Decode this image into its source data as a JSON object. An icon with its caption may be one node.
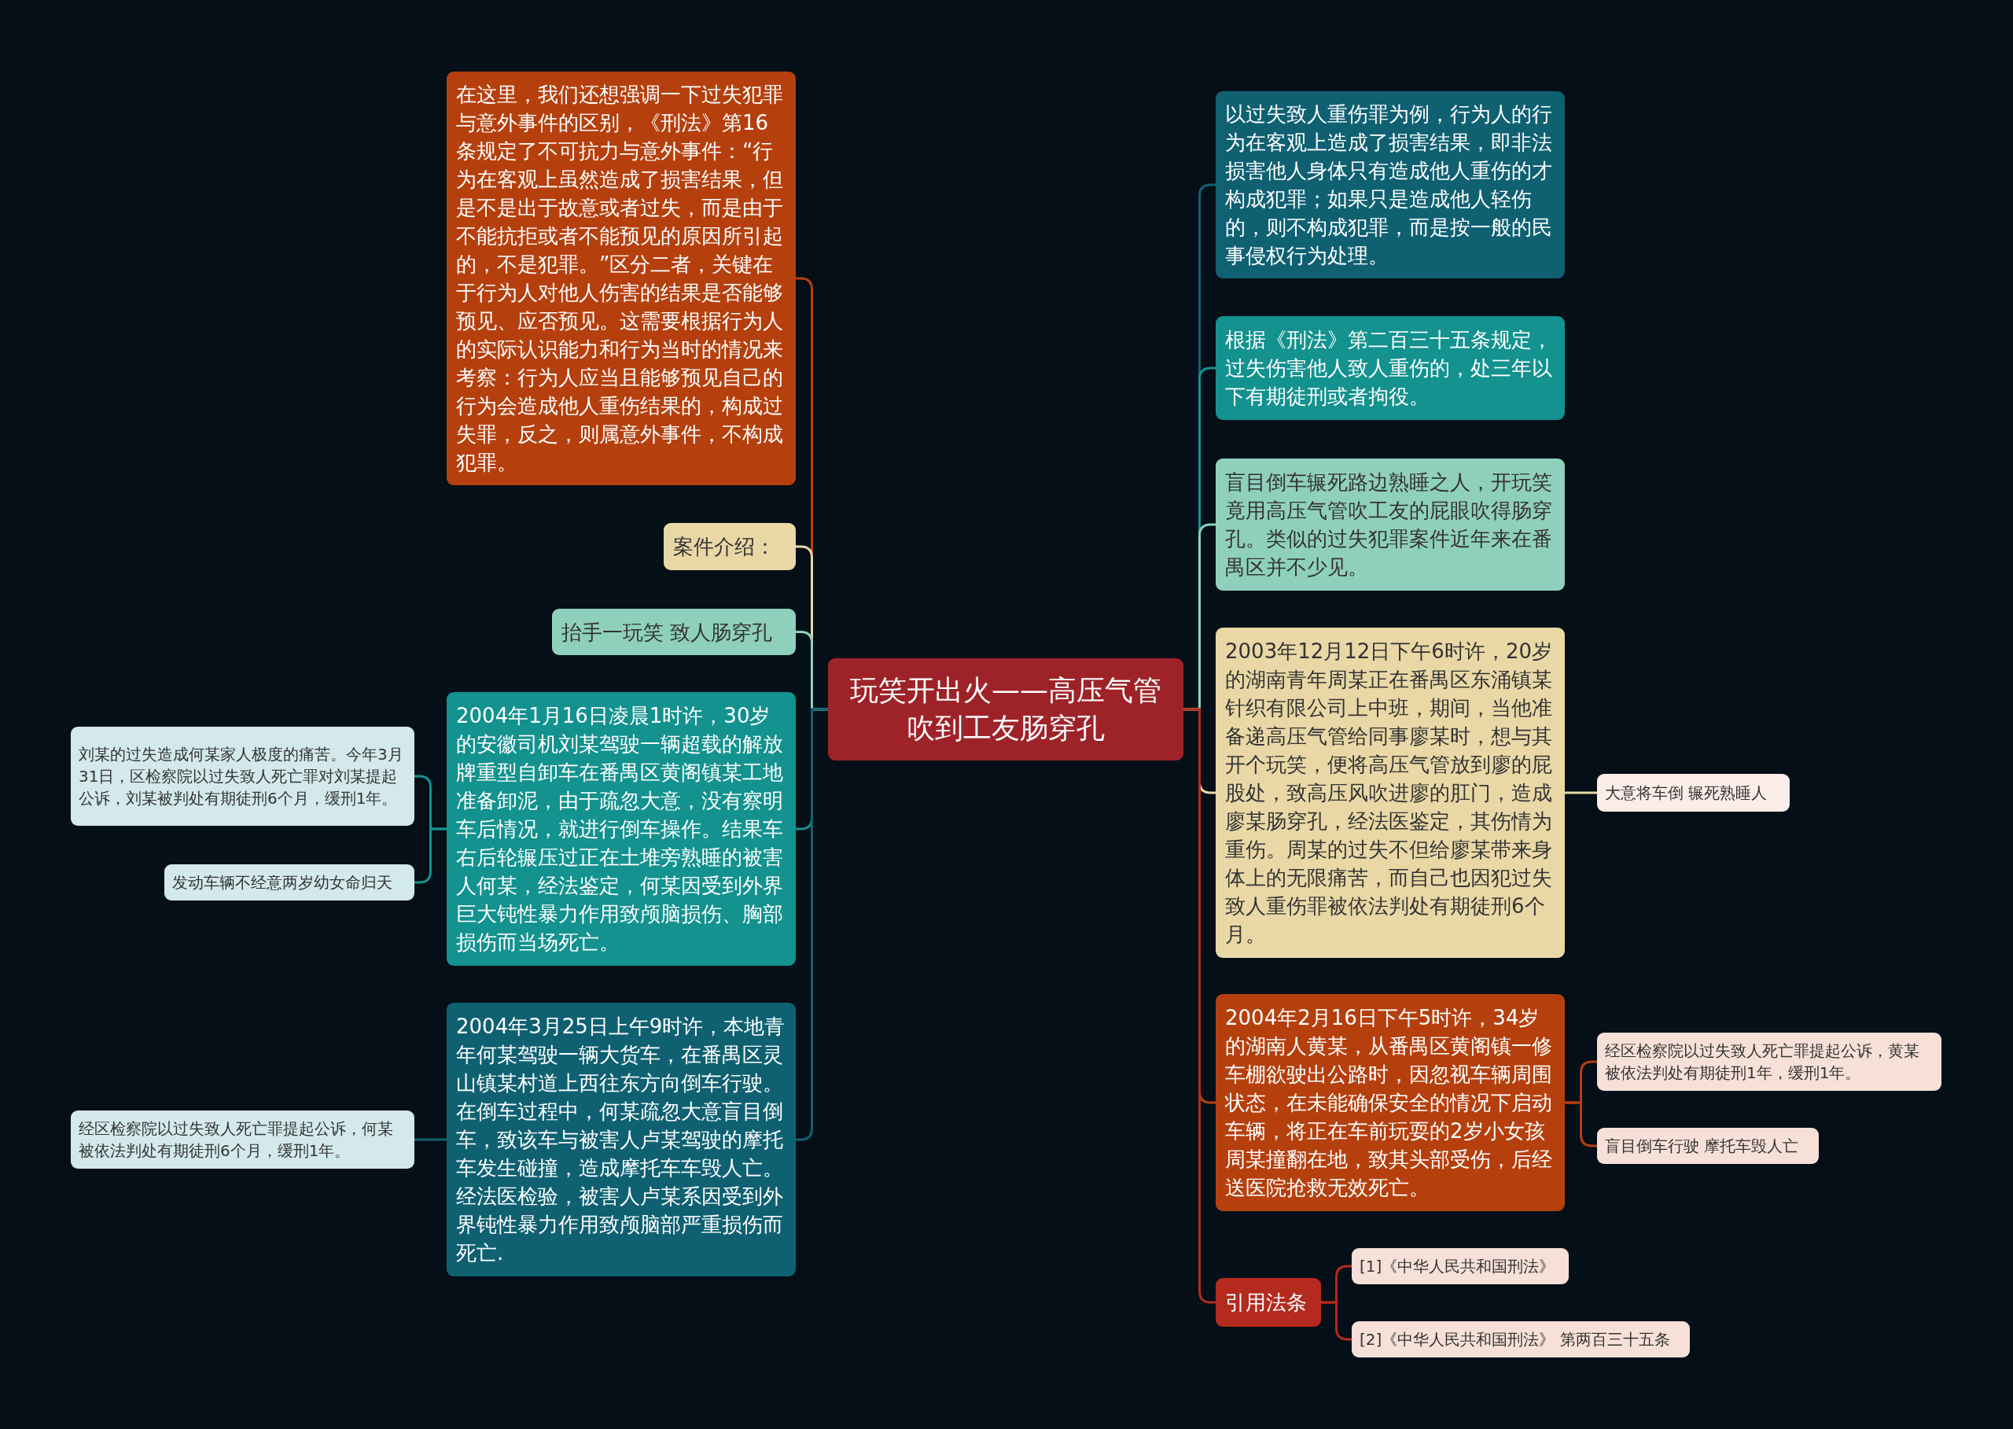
{
  "diagram": {
    "nodes": [
      {
        "text": [
          "玩笑开出火——高压气管吹到工友肠穿孔"
        ]
      },
      {
        "text": [
          "在这里，我们还想强调一下过失犯罪与意外事件的区别，《刑法》第16条规定了不可抗力与意外事件：“行为在客观上虽然造成了损害结果，但是不是出于故意或者过失，而是由于不能抗拒或者不能预见的原因所引起的，不是犯罪。”区分二者，关键在于行为人对他人伤害的结果是否能够预见、应否预见。这需要根据行为人的实际认识能力和行为当时的情况来考察：行为人应当且能够预见自己的行为会造成他人重伤结果的，构成过失罪，反之，则属意外事件，不构成犯罪。"
        ]
      },
      {
        "text": [
          "案件介绍："
        ]
      },
      {
        "text": [
          "抬手一玩笑 致人肠穿孔"
        ]
      },
      {
        "text": [
          "2004年1月16日凌晨1时许，30岁的安徽司机刘某驾驶一辆超载的解放牌重型自卸车在番禺区黄阁镇某工地准备卸泥，由于疏忽大意，没有察明车后情况，就进行倒车操作。结果车右后轮辗压过正在土堆旁熟睡的被害人何某，经法鉴定，何某因受到外界巨大钝性暴力作用致颅脑损伤、胸部损伤而当场死亡。"
        ]
      },
      {
        "text": [
          "刘某的过失造成何某家人极度的痛苦。今年3月31日，区检察院以过失致人死亡罪对刘某提起公诉，刘某被判处有期徒刑6个月，缓刑1年。"
        ]
      },
      {
        "text": [
          "发动车辆不经意两岁幼女命归天"
        ]
      },
      {
        "text": [
          "2004年3月25日上午9时许，本地青年何某驾驶一辆大货车，在番禺区灵山镇某村道上西往东方向倒车行驶。在倒车过程中，何某疏忽大意盲目倒车，致该车与被害人卢某驾驶的摩托车发生碰撞，造成摩托车车毁人亡。经法医检验，被害人卢某系因受到外界钝性暴力作用致颅脑部严重损伤而死亡."
        ]
      },
      {
        "text": [
          "经区检察院以过失致人死亡罪提起公诉，何某被依法判处有期徒刑6个月，缓刑1年。"
        ]
      },
      {
        "text": [
          "以过失致人重伤罪为例，行为人的行为在客观上造成了损害结果，即非法损害他人身体只有造成他人重伤的才构成犯罪；如果只是造成他人轻伤的，则不构成犯罪，而是按一般的民事侵权行为处理。"
        ]
      },
      {
        "text": [
          "根据《刑法》第二百三十五条规定，过失伤害他人致人重伤的，处三年以下有期徒刑或者拘役。"
        ]
      },
      {
        "text": [
          "盲目倒车辗死路边熟睡之人，开玩笑竟用高压气管吹工友的屁眼吹得肠穿孔。类似的过失犯罪案件近年来在番禺区并不少见。"
        ]
      },
      {
        "text": [
          "2003年12月12日下午6时许，20岁的湖南青年周某正在番禺区东涌镇某针织有限公司上中班，期间，当他准备递高压气管给同事廖某时，想与其开个玩笑，便将高压气管放到廖的屁股处，致高压风吹进廖的肛门，造成廖某肠穿孔，经法医鉴定，其伤情为重伤。周某的过失不但给廖某带来身体上的无限痛苦，而自己也因犯过失致人重伤罪被依法判处有期徒刑6个月。"
        ]
      },
      {
        "text": [
          "大意将车倒  辗死熟睡人"
        ]
      },
      {
        "text": [
          "2004年2月16日下午5时许，34岁的湖南人黄某，从番禺区黄阁镇一修车棚欲驶出公路时，因忽视车辆周围状态，在未能确保安全的情况下启动车辆，将正在车前玩耍的2岁小女孩周某撞翻在地，致其头部受伤，后经送医院抢救无效死亡。"
        ]
      },
      {
        "text": [
          "经区检察院以过失致人死亡罪提起公诉，黄某被依法判处有期徒刑1年，缓刑1年。"
        ]
      },
      {
        "text": [
          "盲目倒车行驶 摩托车毁人亡"
        ]
      },
      {
        "text": [
          "引用法条"
        ]
      },
      {
        "text": [
          "[1]《中华人民共和国刑法》"
        ]
      },
      {
        "text": [
          "[2]《中华人民共和国刑法》 第两百三十五条"
        ]
      }
    ],
    "edges": [
      {
        "from": 0,
        "to": 1,
        "arrow": "none",
        "color": "#b5400e"
      },
      {
        "from": 0,
        "to": 2,
        "arrow": "none",
        "color": "#e9d8a6"
      },
      {
        "from": 0,
        "to": 3,
        "arrow": "none",
        "color": "#8fd0bd"
      },
      {
        "from": 0,
        "to": 4,
        "arrow": "none",
        "color": "#13928f"
      },
      {
        "from": 4,
        "to": 5,
        "arrow": "none",
        "color": "#13928f"
      },
      {
        "from": 4,
        "to": 6,
        "arrow": "none",
        "color": "#13928f"
      },
      {
        "from": 0,
        "to": 7,
        "arrow": "none",
        "color": "#0f6172"
      },
      {
        "from": 7,
        "to": 8,
        "arrow": "none",
        "color": "#0f6172"
      },
      {
        "from": 0,
        "to": 9,
        "arrow": "none",
        "color": "#0f6172"
      },
      {
        "from": 0,
        "to": 10,
        "arrow": "none",
        "color": "#13928f"
      },
      {
        "from": 0,
        "to": 11,
        "arrow": "none",
        "color": "#8fd0bd"
      },
      {
        "from": 0,
        "to": 12,
        "arrow": "none",
        "color": "#e9d8a6"
      },
      {
        "from": 12,
        "to": 13,
        "arrow": "none",
        "color": "#e9d8a6"
      },
      {
        "from": 0,
        "to": 14,
        "arrow": "none",
        "color": "#b5400e"
      },
      {
        "from": 14,
        "to": 15,
        "arrow": "none",
        "color": "#b5400e"
      },
      {
        "from": 14,
        "to": 16,
        "arrow": "none",
        "color": "#b5400e"
      },
      {
        "from": 0,
        "to": 17,
        "arrow": "none",
        "color": "#b52a1e"
      },
      {
        "from": 17,
        "to": 18,
        "arrow": "none",
        "color": "#b52a1e"
      },
      {
        "from": 17,
        "to": 19,
        "arrow": "none",
        "color": "#b52a1e"
      }
    ]
  }
}
